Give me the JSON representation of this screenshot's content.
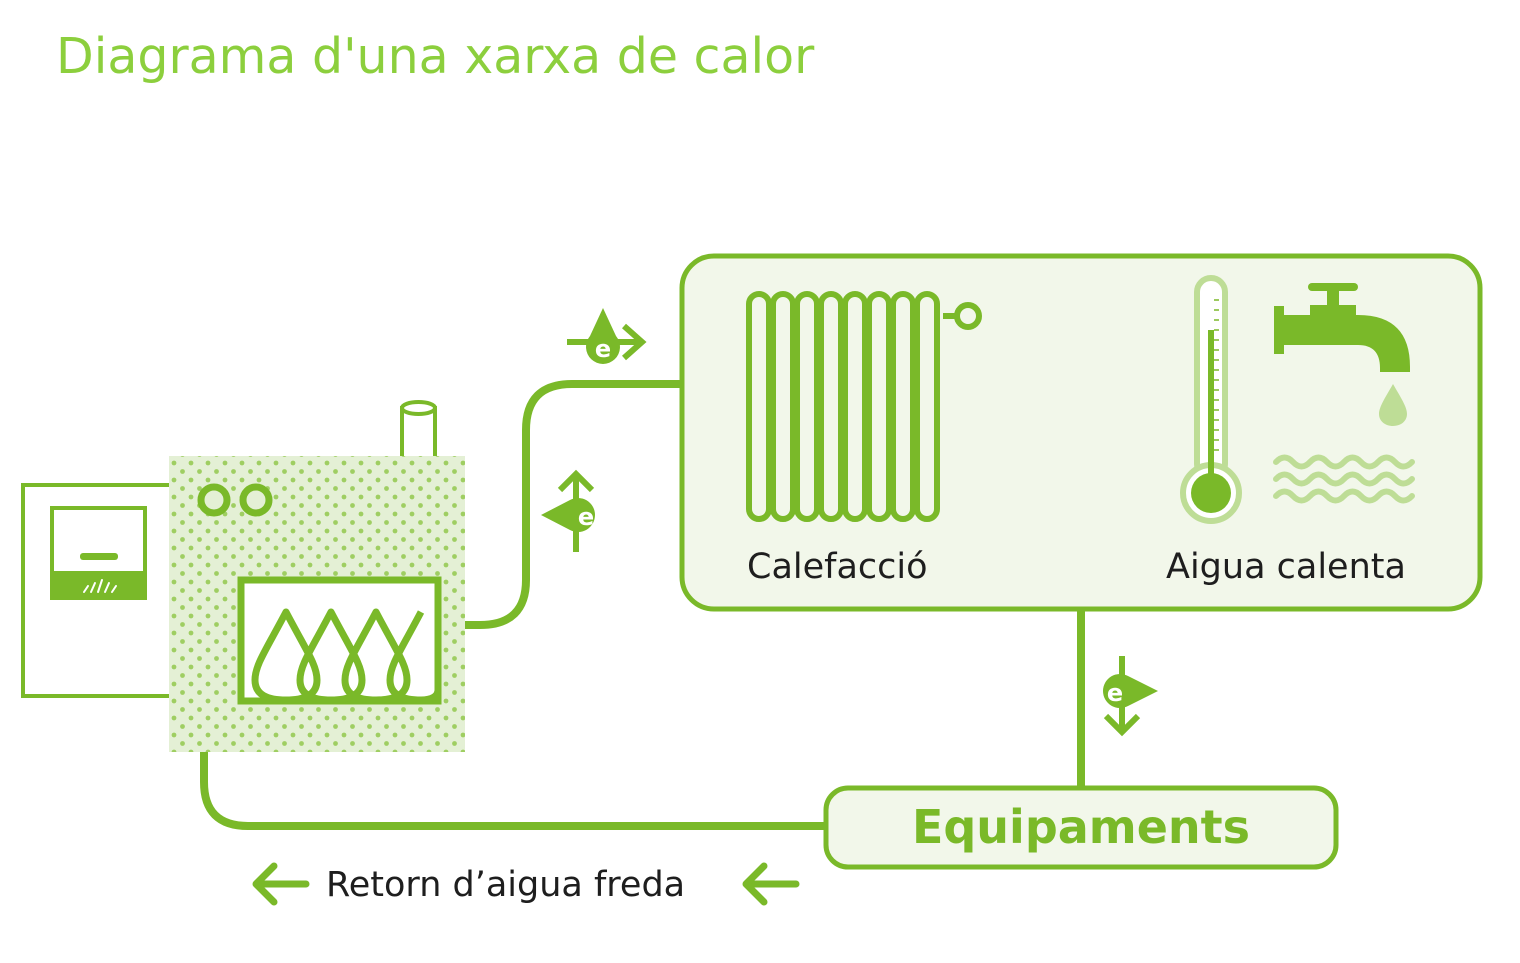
{
  "title": "Diagrama d'una xarxa de calor",
  "labels": {
    "heating": "Calefacció",
    "hot_water": "Aigua calenta",
    "facilities": "Equipaments",
    "return": "Retorn d’aigua freda",
    "energy_symbol": "e"
  },
  "colors": {
    "green": "#7ab929",
    "light_green": "#bedd96",
    "panel_fill": "#f2f7ea",
    "boiler_fill": "#e4f0d5",
    "dots": "#9fce62",
    "text_dark": "#1e1e1e",
    "title": "#8ccf3d"
  },
  "icons": [
    "control-panel-icon",
    "boiler-icon",
    "chimney-icon",
    "flame-icon",
    "energy-arrow-icon",
    "radiator-icon",
    "thermometer-icon",
    "tap-icon",
    "water-drop-icon",
    "water-waves-icon",
    "arrow-left-icon"
  ]
}
